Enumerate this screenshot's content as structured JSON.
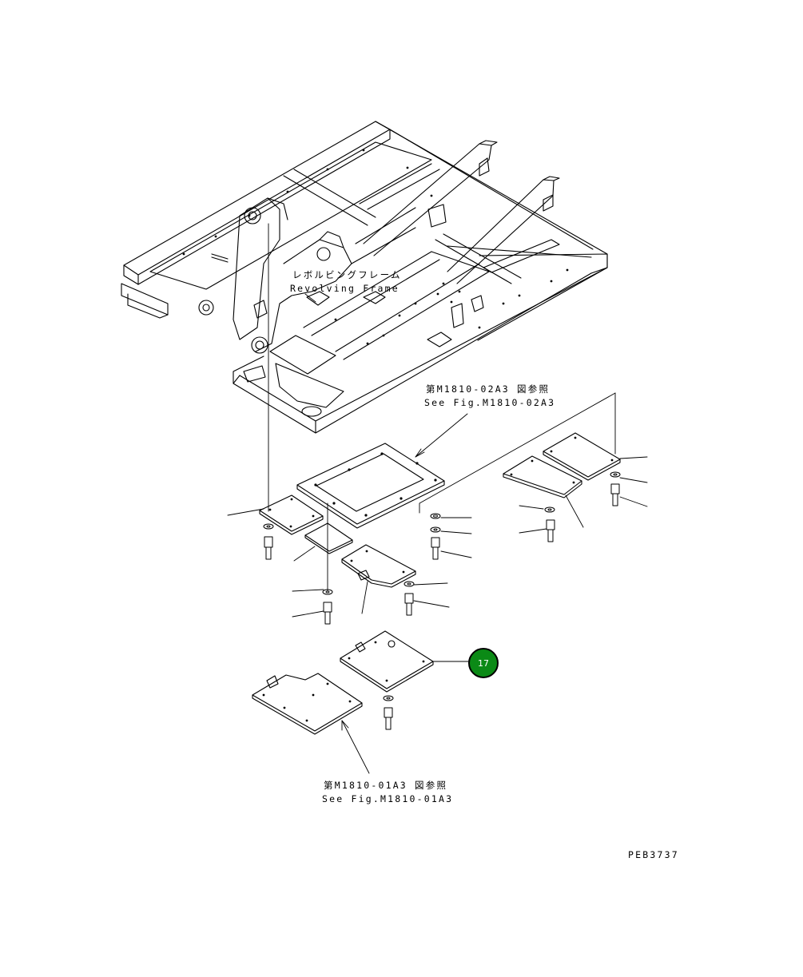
{
  "labels": {
    "frame_jp": "レボルビングフレーム",
    "frame_en": "Revolving Frame",
    "ref_upper_jp": "第M1810-02A3 図参照",
    "ref_upper_en": "See Fig.M1810-02A3",
    "ref_lower_jp": "第M1810-01A3 図参照",
    "ref_lower_en": "See Fig.M1810-01A3",
    "drawing_code": "PEB3737"
  },
  "callout": {
    "number": "17",
    "color": "#0b8a16"
  }
}
